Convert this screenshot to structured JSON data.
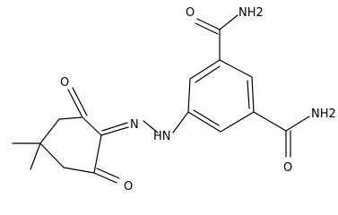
{
  "molecule": {
    "atoms": {
      "o_top": "O",
      "o_bottom": "O",
      "o_amide_top": "O",
      "o_amide_bottom": "O",
      "nh2_top": "NH2",
      "nh2_bottom": "NH2",
      "n_azo": "N",
      "nh": "HN"
    }
  }
}
